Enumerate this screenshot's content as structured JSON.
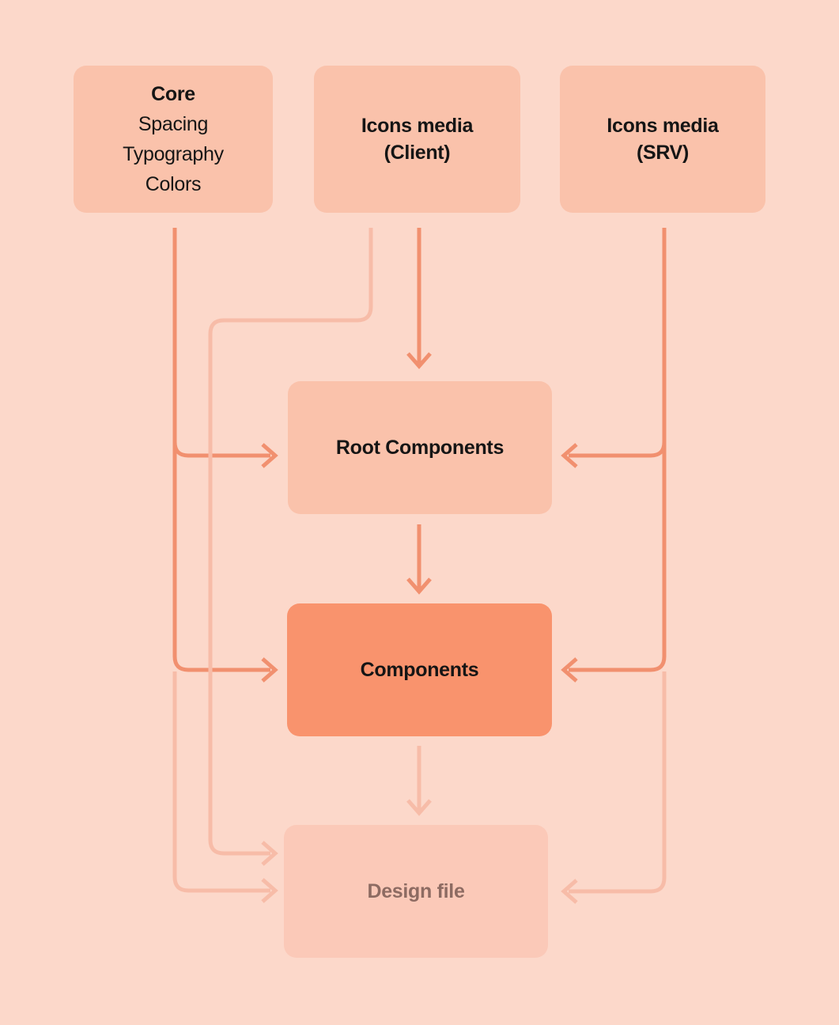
{
  "diagram": {
    "nodes": {
      "core": {
        "title": "Core",
        "items": [
          "Spacing",
          "Typography",
          "Colors"
        ]
      },
      "icons_client": {
        "line1": "Icons media",
        "line2": "(Client)"
      },
      "icons_srv": {
        "line1": "Icons media",
        "line2": "(SRV)"
      },
      "root_components": {
        "title": "Root Components"
      },
      "components": {
        "title": "Components"
      },
      "design_file": {
        "title": "Design file"
      }
    },
    "edges": [
      {
        "from": "core",
        "to": "root-components",
        "style": "strong"
      },
      {
        "from": "core",
        "to": "components",
        "style": "strong"
      },
      {
        "from": "core",
        "to": "design-file",
        "style": "faded"
      },
      {
        "from": "icons-client",
        "to": "root-components",
        "style": "strong"
      },
      {
        "from": "icons-client",
        "to": "design-file",
        "style": "faded"
      },
      {
        "from": "icons-srv",
        "to": "root-components",
        "style": "strong"
      },
      {
        "from": "icons-srv",
        "to": "components",
        "style": "strong"
      },
      {
        "from": "icons-srv",
        "to": "design-file",
        "style": "faded"
      },
      {
        "from": "root-components",
        "to": "components",
        "style": "strong"
      },
      {
        "from": "components",
        "to": "design-file",
        "style": "faded"
      }
    ]
  },
  "colors": {
    "background": "#fcd8ca",
    "node_fill": "#fac2ab",
    "node_fill_emphasis": "#f9936d",
    "node_fill_muted": "#fbc9b8",
    "text_primary": "#151515",
    "text_muted": "#8d6b62",
    "connector_strong": "#f1906f",
    "connector_faded": "#f7bca8"
  }
}
